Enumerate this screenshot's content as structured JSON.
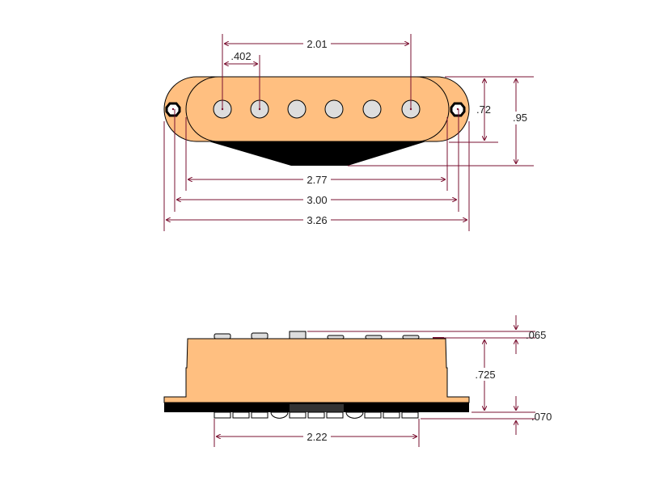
{
  "colors": {
    "cover": "#FFBF80",
    "pole": "#DDDDDD",
    "dimension": "#7A1030",
    "base": "#000000"
  },
  "top_view": {
    "pole_spacing": ".402",
    "pole_span": "2.01",
    "cover_width": ".72",
    "total_width": ".95",
    "cover_length": "2.77",
    "screw_spacing": "3.00",
    "total_length": "3.26"
  },
  "side_view": {
    "pole_protrusion": ".065",
    "body_height": ".725",
    "bottom_protrusion": ".070",
    "bottom_span": "2.22"
  }
}
